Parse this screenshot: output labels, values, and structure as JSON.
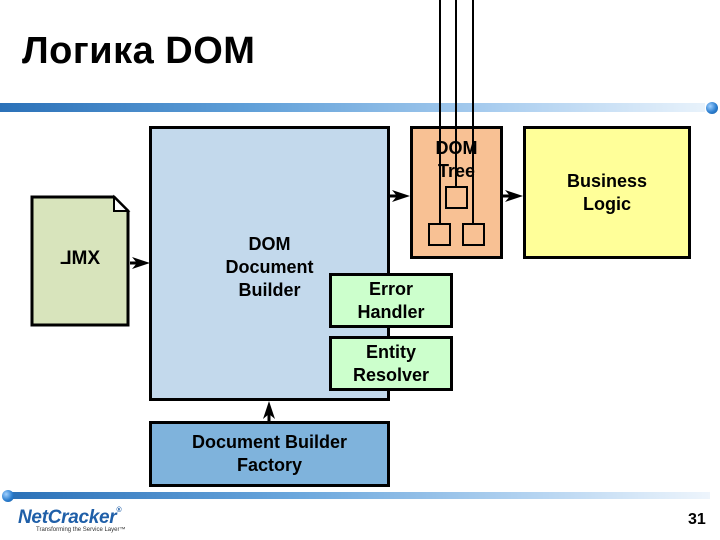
{
  "title": "Логика DOM",
  "boxes": {
    "xml": "XML",
    "dom_document_builder": "DOM\nDocument\nBuilder",
    "dom_tree": "DOM\nTree",
    "business_logic": "Business\nLogic",
    "error_handler": "Error\nHandler",
    "entity_resolver": "Entity\nResolver",
    "document_builder_factory": "Document Builder\nFactory"
  },
  "footer": {
    "logo_name": "NetCracker",
    "logo_tagline": "Transforming the Service Layer™",
    "page_number": "31"
  },
  "colors": {
    "builder": "#c3d9ec",
    "dom_tree": "#f8c194",
    "business_logic": "#ffff99",
    "handlers": "#ccffcc",
    "factory": "#7fb3dc",
    "xml_doc": "#d8e4bc",
    "accent_blue": "#2b71b8"
  }
}
